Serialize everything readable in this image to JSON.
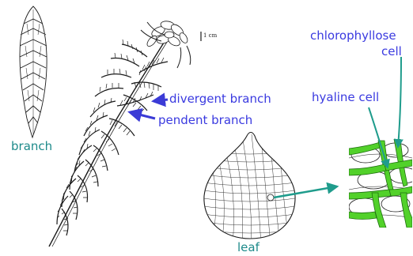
{
  "labels": {
    "branch": "branch",
    "divergent_branch": "divergent branch",
    "pendent_branch": "pendent branch",
    "scale": "1 cm",
    "hyaline_cell": "hyaline cell",
    "chlorophyllose_line1": "chlorophyllose",
    "chlorophyllose_line2": "cell",
    "leaf": "leaf"
  },
  "colors": {
    "label_blue": "#3a3ae0",
    "label_teal": "#1d8a8a",
    "arrow_blue": "#3b3bd6",
    "arrow_teal": "#1f9c8c",
    "chlorophyllose_green": "#52d12a",
    "ink": "#1a1a1a"
  }
}
